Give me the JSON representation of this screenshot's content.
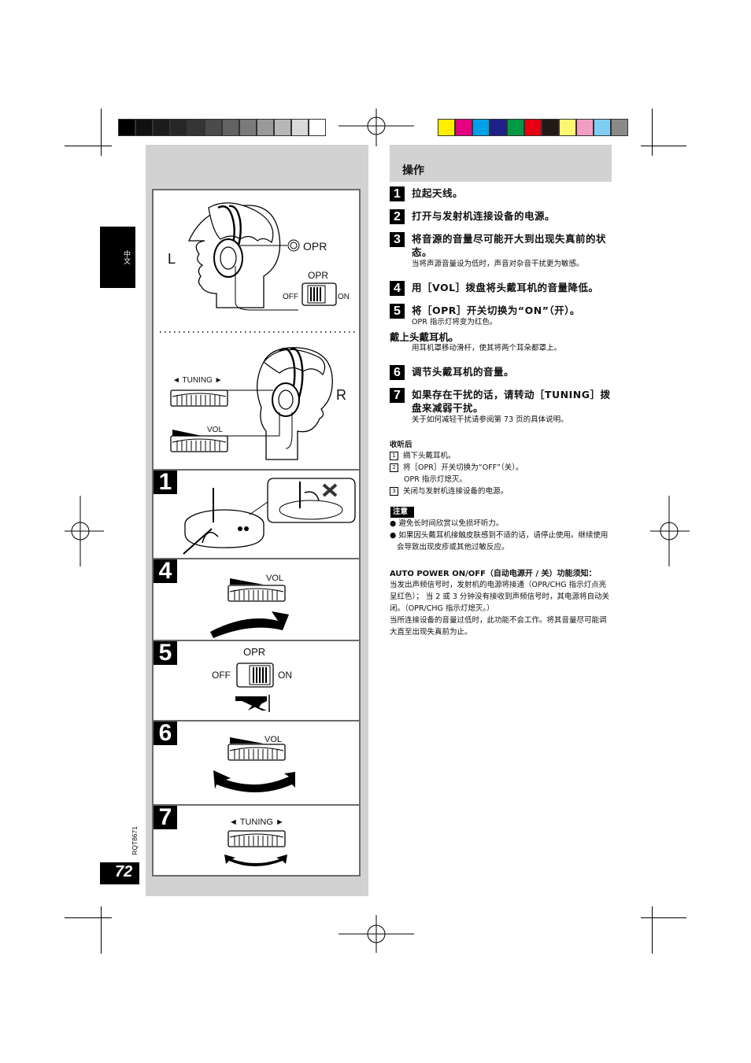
{
  "color_bars": {
    "grayscale": [
      "#000000",
      "#101010",
      "#1c1c1c",
      "#262626",
      "#353535",
      "#4b4b4b",
      "#626262",
      "#7a7a7a",
      "#9a9a9a",
      "#b7b7b7",
      "#d9d9d9",
      "#ffffff"
    ],
    "process": [
      "#ffee00",
      "#e4007f",
      "#00a0e9",
      "#1d2088",
      "#009944",
      "#e60012",
      "#231815",
      "#fff66f",
      "#f19ec2",
      "#7ecef4",
      "#898989"
    ]
  },
  "side_tab": {
    "label": "中文"
  },
  "doc_code": "RQT8671",
  "page_number": "72",
  "figures": {
    "wear": {
      "opr_label": "OPR",
      "left_label": "L",
      "right_label": "R",
      "switch_label": "OPR",
      "off_label": "OFF",
      "on_label": "ON",
      "tuning_label": "◄ TUNING ►",
      "vol_label": "VOL"
    },
    "step1": {
      "num": "1"
    },
    "step4": {
      "num": "4",
      "vol_label": "VOL"
    },
    "step5": {
      "num": "5",
      "opr_label": "OPR",
      "off_label": "OFF",
      "on_label": "ON"
    },
    "step6": {
      "num": "6",
      "vol_label": "VOL"
    },
    "step7": {
      "num": "7",
      "tuning_label": "◄ TUNING ►"
    }
  },
  "section": {
    "title": "操作"
  },
  "steps": [
    {
      "num": "1",
      "text": "拉起天线。",
      "note": ""
    },
    {
      "num": "2",
      "text": "打开与发射机连接设备的电源。",
      "note": ""
    },
    {
      "num": "3",
      "text": "将音源的音量尽可能开大到出现失真前的状态。",
      "note": "当将声源音量设为低时，声音对杂音干扰更为敏感。"
    },
    {
      "num": "4",
      "text": "用［VOL］拨盘将头戴耳机的音量降低。",
      "note": ""
    },
    {
      "num": "5",
      "text": "将［OPR］开关切换为“ON”（开）。",
      "note": "OPR 指示灯将变为红色。"
    },
    {
      "num": "6",
      "text": "调节头戴耳机的音量。",
      "note": ""
    },
    {
      "num": "7",
      "text": "如果存在干扰的话，请转动［TUNING］拨盘来减弱干扰。",
      "note": "关于如何减轻干扰请参阅第 73 页的具体说明。"
    }
  ],
  "wear_headphones": {
    "title": "戴上头戴耳机。",
    "note": "用耳机罩移动滑杆，使其将两个耳朵都罩上。"
  },
  "after_listening": {
    "title": "收听后",
    "items": [
      {
        "num": "1",
        "text": "摘下头戴耳机。"
      },
      {
        "num": "2",
        "text": "将［OPR］开关切换为“OFF”（关）。"
      },
      {
        "num": "",
        "text": "OPR 指示灯熄灭。"
      },
      {
        "num": "3",
        "text": "关闭与发射机连接设备的电源。"
      }
    ]
  },
  "caution": {
    "label": "注意",
    "items": [
      "避免长时间欣赏以免损坏听力。",
      "如果因头戴耳机接触皮肤感到不适的话，请停止使用。继续使用会导致出现皮疹或其他过敏反应。"
    ]
  },
  "auto_power": {
    "title": "AUTO POWER ON/OFF（自动电源开 / 关）功能须知：",
    "lines": [
      "当发出声频信号时，发射机的电源将接通（OPR/CHG 指示灯点亮呈红色）； 当 2 或 3 分钟没有接收到声频信号时，其电源将自动关闭。（OPR/CHG 指示灯熄灭。）",
      "当所连接设备的音量过低时，此功能不会工作。将其音量尽可能调大直至出现失真前为止。"
    ]
  }
}
